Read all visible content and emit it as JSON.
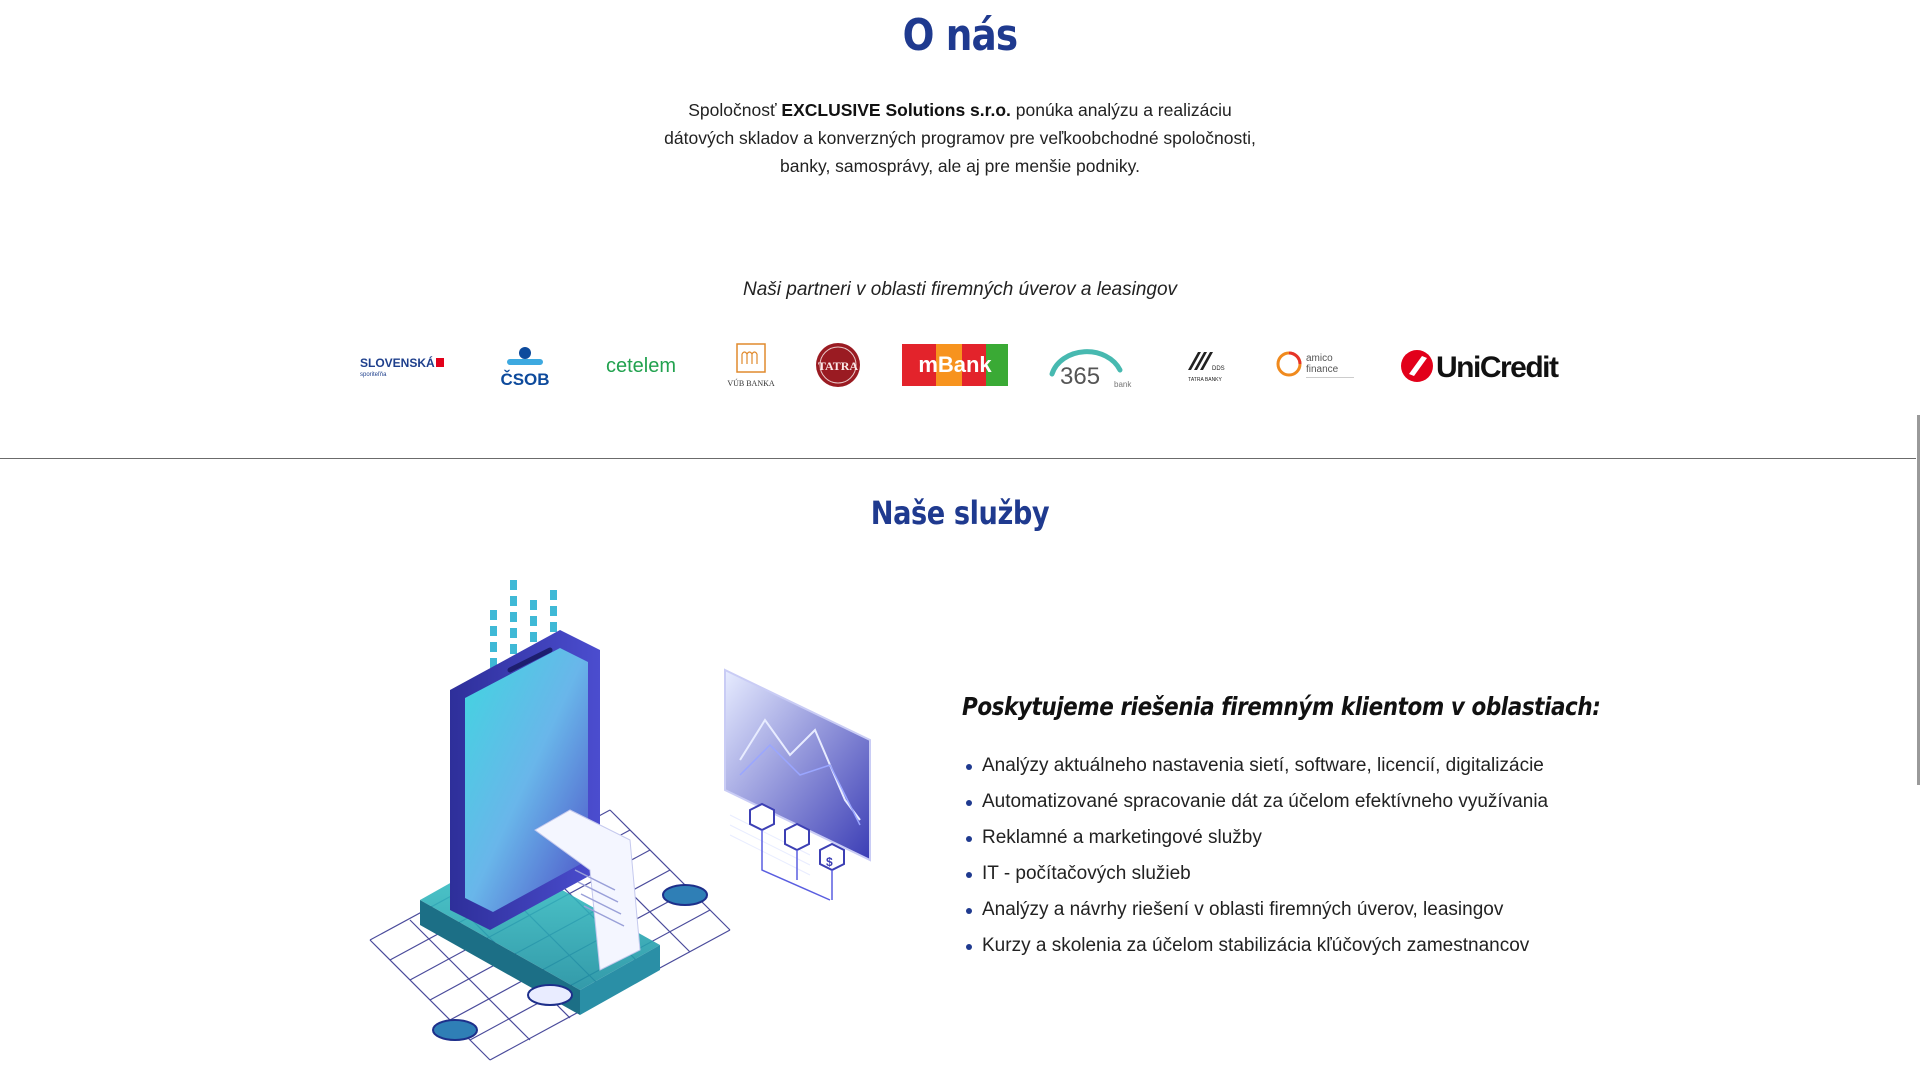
{
  "about": {
    "title": "O nás",
    "text_prefix": "Spoločnosť ",
    "company": "EXCLUSIVE Solutions s.r.o.",
    "text_suffix": " ponúka analýzu a realizáciu dátových skladov a konverzných programov pre veľkoobchodné spoločnosti, banky, samosprávy, ale aj pre menšie podniky."
  },
  "partners": {
    "title": "Naši partneri v oblasti firemných úverov a leasingov",
    "logos": [
      {
        "name": "SLOVENSKÁ",
        "sub": "sporiteľňa",
        "color": "#1e3f8c"
      },
      {
        "name": "ČSOB",
        "color": "#0d4a9c"
      },
      {
        "name": "cetelem",
        "color": "#22a24f"
      },
      {
        "name": "VÚB BANKA",
        "color": "#e08a2d"
      },
      {
        "name": "TATRA",
        "color": "#9a1b22"
      },
      {
        "name": "mBank",
        "color": "#e3232b"
      },
      {
        "name": "365",
        "sub": "bank",
        "color": "#47b9b0"
      },
      {
        "name": "TATRA BANKY",
        "sub": "DDS",
        "color": "#222222"
      },
      {
        "name": "amico",
        "sub": "finance",
        "color": "#f08a1e"
      },
      {
        "name": "UniCredit",
        "color": "#e2001a"
      }
    ]
  },
  "services": {
    "title": "Naše služby",
    "subtitle": "Poskytujeme riešenia firemným klientom v oblastiach:",
    "items": [
      "Analýzy aktuálneho nastavenia sietí, software, licencií, digitalizácie",
      "Automatizované spracovanie dát za účelom efektívneho využívania",
      "Reklamné a marketingové služby",
      "IT - počítačových služieb",
      "Analýzy a návrhy riešení v oblasti firemných úverov, leasingov",
      "Kurzy a skolenia za účelom stabilizácia kľúčových zamestnancov"
    ]
  },
  "colors": {
    "accent": "#1f3a8f",
    "text": "#222222"
  }
}
